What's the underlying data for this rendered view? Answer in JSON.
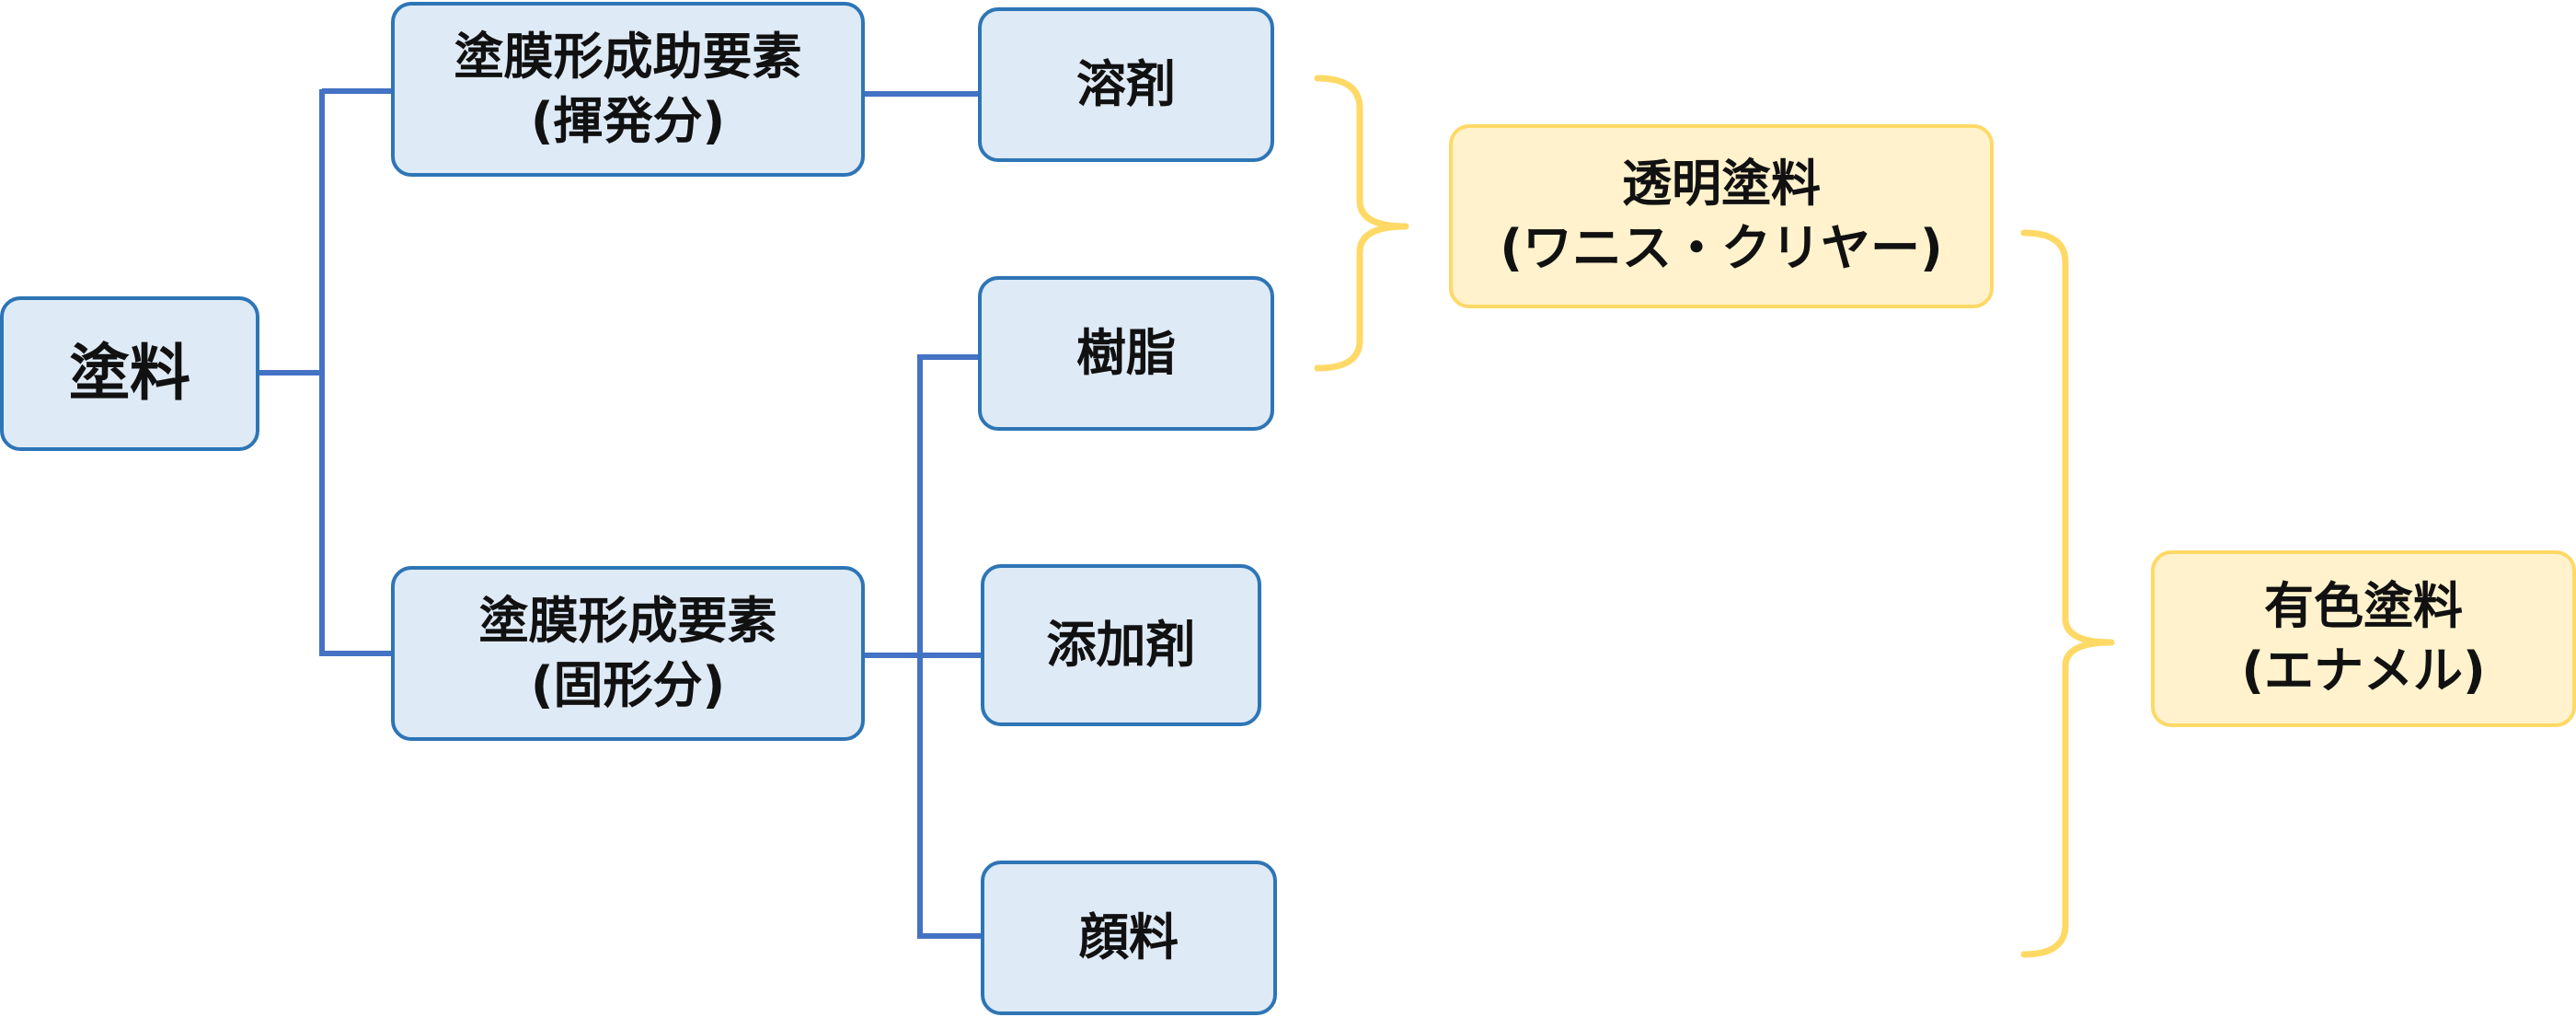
{
  "nodes": {
    "paint": {
      "label": "塗料"
    },
    "film_aux": {
      "line1": "塗膜形成助要素",
      "line2": "(揮発分)"
    },
    "film_main": {
      "line1": "塗膜形成要素",
      "line2": "(固形分)"
    },
    "solvent": {
      "label": "溶剤"
    },
    "resin": {
      "label": "樹脂"
    },
    "additive": {
      "label": "添加剤"
    },
    "pigment": {
      "label": "顔料"
    },
    "clear_paint": {
      "line1": "透明塗料",
      "line2": "(ワニス・クリヤー)"
    },
    "colored_paint": {
      "line1": "有色塗料",
      "line2": "(エナメル)"
    }
  },
  "colors": {
    "connector": "#4472c4",
    "blue_fill": "#deeaf6",
    "blue_border": "#2e75b6",
    "yellow_fill": "#fff2cc",
    "yellow_border": "#ffd966"
  }
}
